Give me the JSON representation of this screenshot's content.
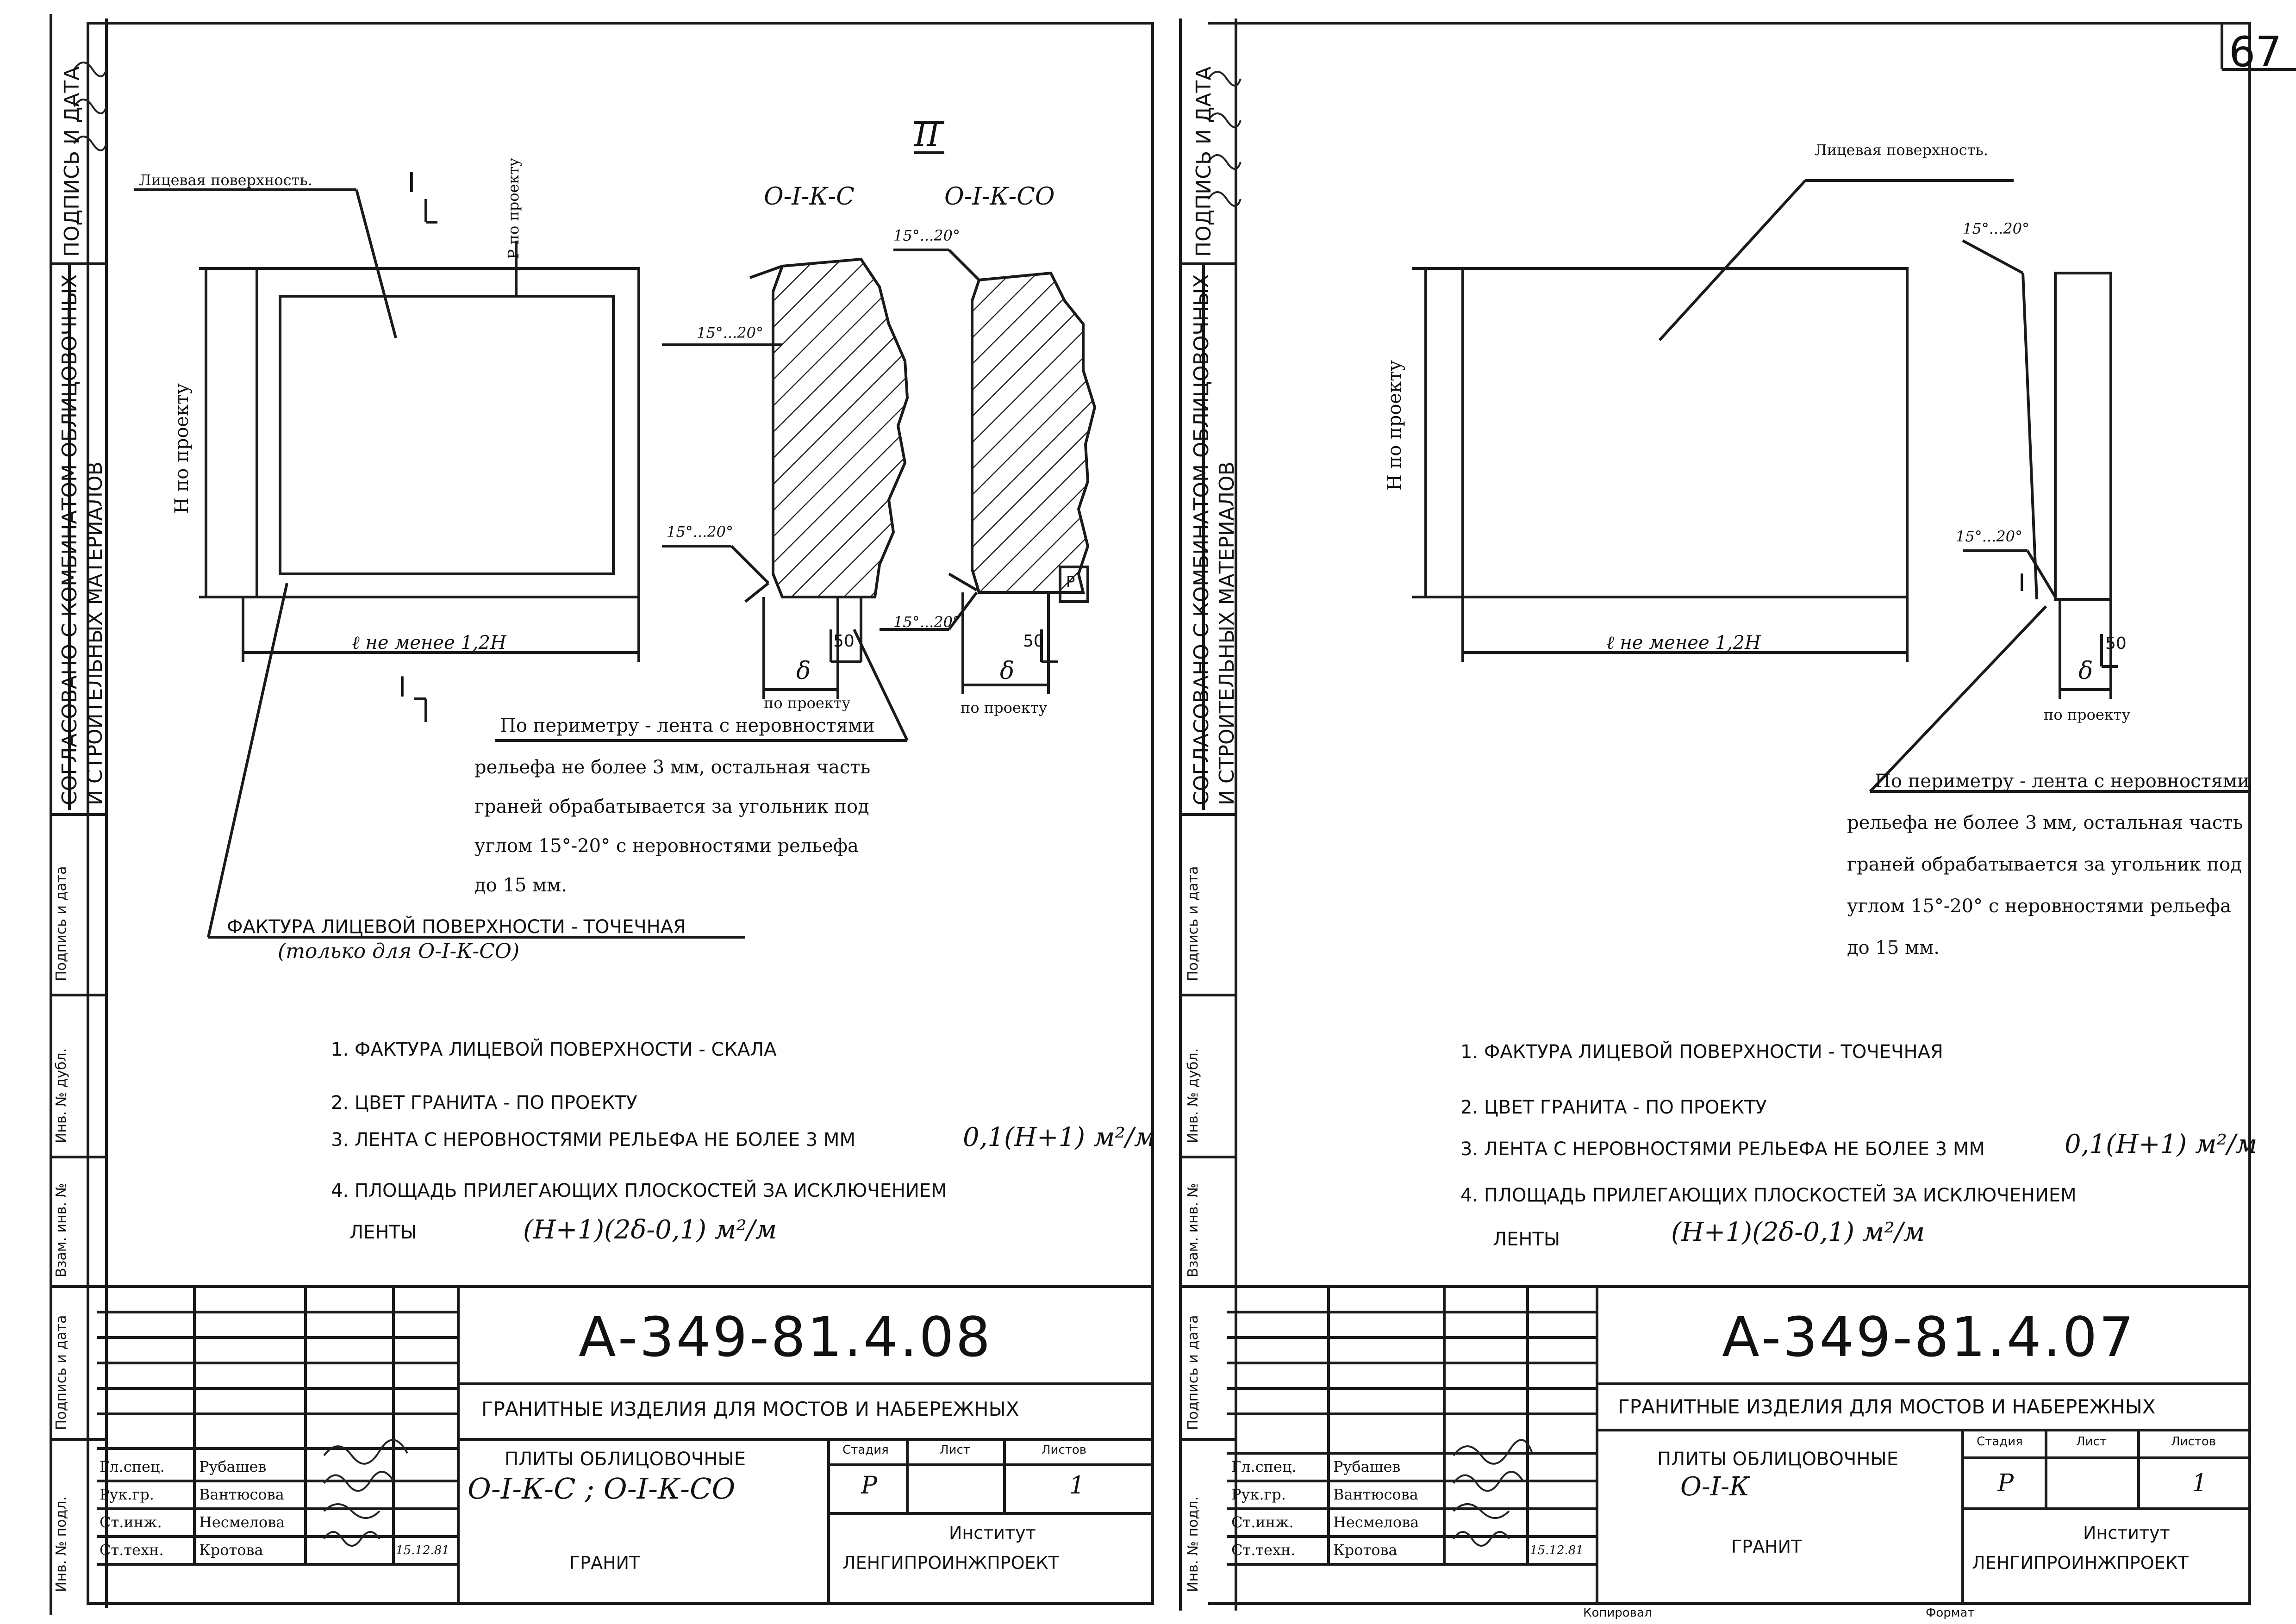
{
  "page_number": "67",
  "left_sheet": {
    "side_stamps": {
      "podpis_i_data_top": "ПОДПИСЬ И ДАТА",
      "soglasovano": "СОГЛАСОВАНО С КОМБИНАТОМ ОБЛИЦОВОЧНЫХ",
      "soglasovano2": "И СТРОИТЕЛЬНЫХ МАТЕРИАЛОВ",
      "podpis_i_data": "Подпись и дата",
      "inv_dubl": "Инв. № дубл.",
      "vzam_inv": "Взам. инв. №",
      "podpis_i_data2": "Подпись и дата",
      "inv_podl": "Инв. № подл."
    },
    "drawing": {
      "face_label": "Лицевая поверхность.",
      "section_mark": "I",
      "p_label": "P по проекту",
      "h_label": "H по проекту",
      "l_label": "ℓ не менее 1,2H",
      "section_title": "II",
      "profile_a": "О-I-К-С",
      "profile_b": "О-I-К-СО",
      "angle": "15°...20°",
      "dim_50": "50",
      "delta": "δ",
      "po_proektu": "по проекту",
      "p_mark": "P"
    },
    "perimeter_note": [
      "По периметру - лента с неровностями",
      "рельефа не более 3 мм, остальная часть",
      "граней обрабатывается за угольник под",
      "углом 15°-20° с неровностями рельефа",
      "до 15 мм."
    ],
    "facture_note": "ФАКТУРА ЛИЦЕВОЙ ПОВЕРХНОСТИ - ТОЧЕЧНАЯ",
    "facture_note2": "(только для О-I-К-СО)",
    "notes": [
      "1. ФАКТУРА ЛИЦЕВОЙ ПОВЕРХНОСТИ - СКАЛА",
      "2. ЦВЕТ ГРАНИТА - ПО ПРОЕКТУ",
      "3. ЛЕНТА С НЕРОВНОСТЯМИ РЕЛЬЕФА НЕ БОЛЕЕ 3 ММ",
      "4. ПЛОЩАДЬ ПРИЛЕГАЮЩИХ ПЛОСКОСТЕЙ ЗА ИСКЛЮЧЕНИЕМ",
      "ЛЕНТЫ"
    ],
    "formula3": "0,1(H+1) м²/м",
    "formula4": "(H+1)(2δ-0,1)  м²/м",
    "title_block": {
      "code": "А-349-81.4.08",
      "subject": "ГРАНИТНЫЕ ИЗДЕЛИЯ ДЛЯ МОСТОВ И НАБЕРЕЖНЫХ",
      "item": "ПЛИТЫ ОБЛИЦОВОЧНЫЕ",
      "item_code": "О-I-К-С ; О-I-К-СО",
      "material": "ГРАНИТ",
      "institute1": "Институт",
      "institute2": "ЛЕНГИПРОИНЖПРОЕКТ",
      "stage_h": "Стадия",
      "sheet_h": "Лист",
      "sheets_h": "Листов",
      "stage": "Р",
      "sheets": "1",
      "roles": [
        "Гл.спец.",
        "Рук.гр.",
        "Ст.инж.",
        "Ст.техн."
      ],
      "names": [
        "Рубашев",
        "Вантюсова",
        "Несмелова",
        "Кротова"
      ],
      "date": "15.12.81"
    }
  },
  "right_sheet": {
    "side_stamps": {
      "podpis_i_data_top": "ПОДПИСЬ И ДАТА",
      "soglasovano": "СОГЛАСОВАНО С КОМБИНАТОМ ОБЛИЦОВОЧНЫХ",
      "soglasovano2": "И СТРОИТЕЛЬНЫХ МАТЕРИАЛОВ",
      "podpis_i_data": "Подпись и дата",
      "inv_dubl": "Инв. № дубл.",
      "vzam_inv": "Взам. инв. №",
      "podpis_i_data2": "Подпись и дата",
      "inv_podl": "Инв. № подл."
    },
    "drawing": {
      "face_label": "Лицевая поверхность.",
      "h_label": "H по проекту",
      "l_label": "ℓ не менее 1,2H",
      "angle": "15°...20°",
      "dim_50": "50",
      "delta": "δ",
      "po_proektu": "по проекту",
      "section_mark": "I"
    },
    "perimeter_note": [
      "По периметру - лента с неровностями",
      "рельефа не более 3 мм, остальная часть",
      "граней обрабатывается за угольник под",
      "углом 15°-20° с неровностями рельефа",
      "до 15 мм."
    ],
    "notes": [
      "1. ФАКТУРА ЛИЦЕВОЙ ПОВЕРХНОСТИ - ТОЧЕЧНАЯ",
      "2. ЦВЕТ ГРАНИТА - ПО ПРОЕКТУ",
      "3. ЛЕНТА С НЕРОВНОСТЯМИ РЕЛЬЕФА НЕ БОЛЕЕ 3 ММ",
      "4. ПЛОЩАДЬ ПРИЛЕГАЮЩИХ ПЛОСКОСТЕЙ ЗА ИСКЛЮЧЕНИЕМ",
      "ЛЕНТЫ"
    ],
    "formula3": "0,1(H+1) м²/м",
    "formula4": "(H+1)(2δ-0,1)  м²/м",
    "title_block": {
      "code": "А-349-81.4.07",
      "subject": "ГРАНИТНЫЕ ИЗДЕЛИЯ ДЛЯ МОСТОВ И НАБЕРЕЖНЫХ",
      "item": "ПЛИТЫ ОБЛИЦОВОЧНЫЕ",
      "item_code": "О-I-К",
      "material": "ГРАНИТ",
      "institute1": "Институт",
      "institute2": "ЛЕНГИПРОИНЖПРОЕКТ",
      "stage_h": "Стадия",
      "sheet_h": "Лист",
      "sheets_h": "Листов",
      "stage": "Р",
      "sheets": "1",
      "roles": [
        "Гл.спец.",
        "Рук.гр.",
        "Ст.инж.",
        "Ст.техн."
      ],
      "names": [
        "Рубашев",
        "Вантюсова",
        "Несмелова",
        "Кротова"
      ],
      "date": "15.12.81"
    },
    "footer_left": "Копировал",
    "footer_right": "Формат"
  }
}
